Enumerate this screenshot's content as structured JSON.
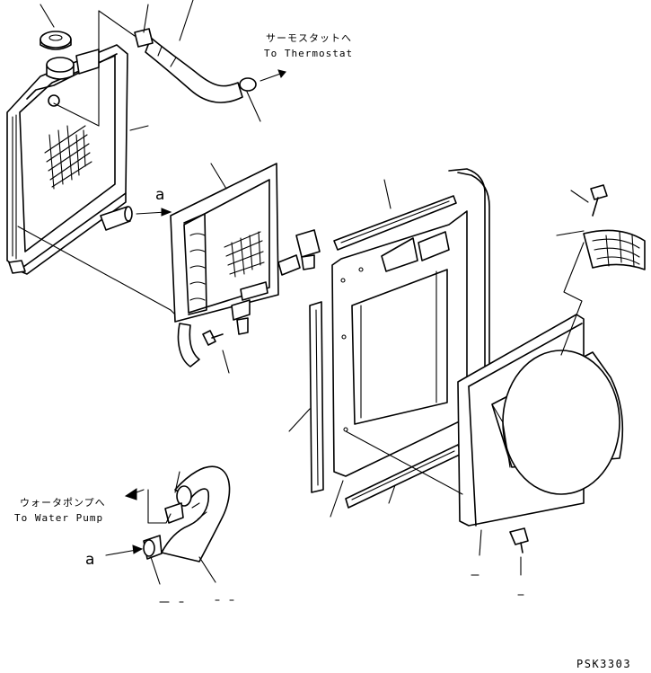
{
  "labels": {
    "thermostat_jp": "サーモスタットへ",
    "thermostat_en": "To Thermostat",
    "water_pump_jp": "ウォータポンプへ",
    "water_pump_en": "To Water Pump",
    "ref_a_upper": "a",
    "ref_a_lower": "a",
    "drawing_code": "PSK3303"
  }
}
